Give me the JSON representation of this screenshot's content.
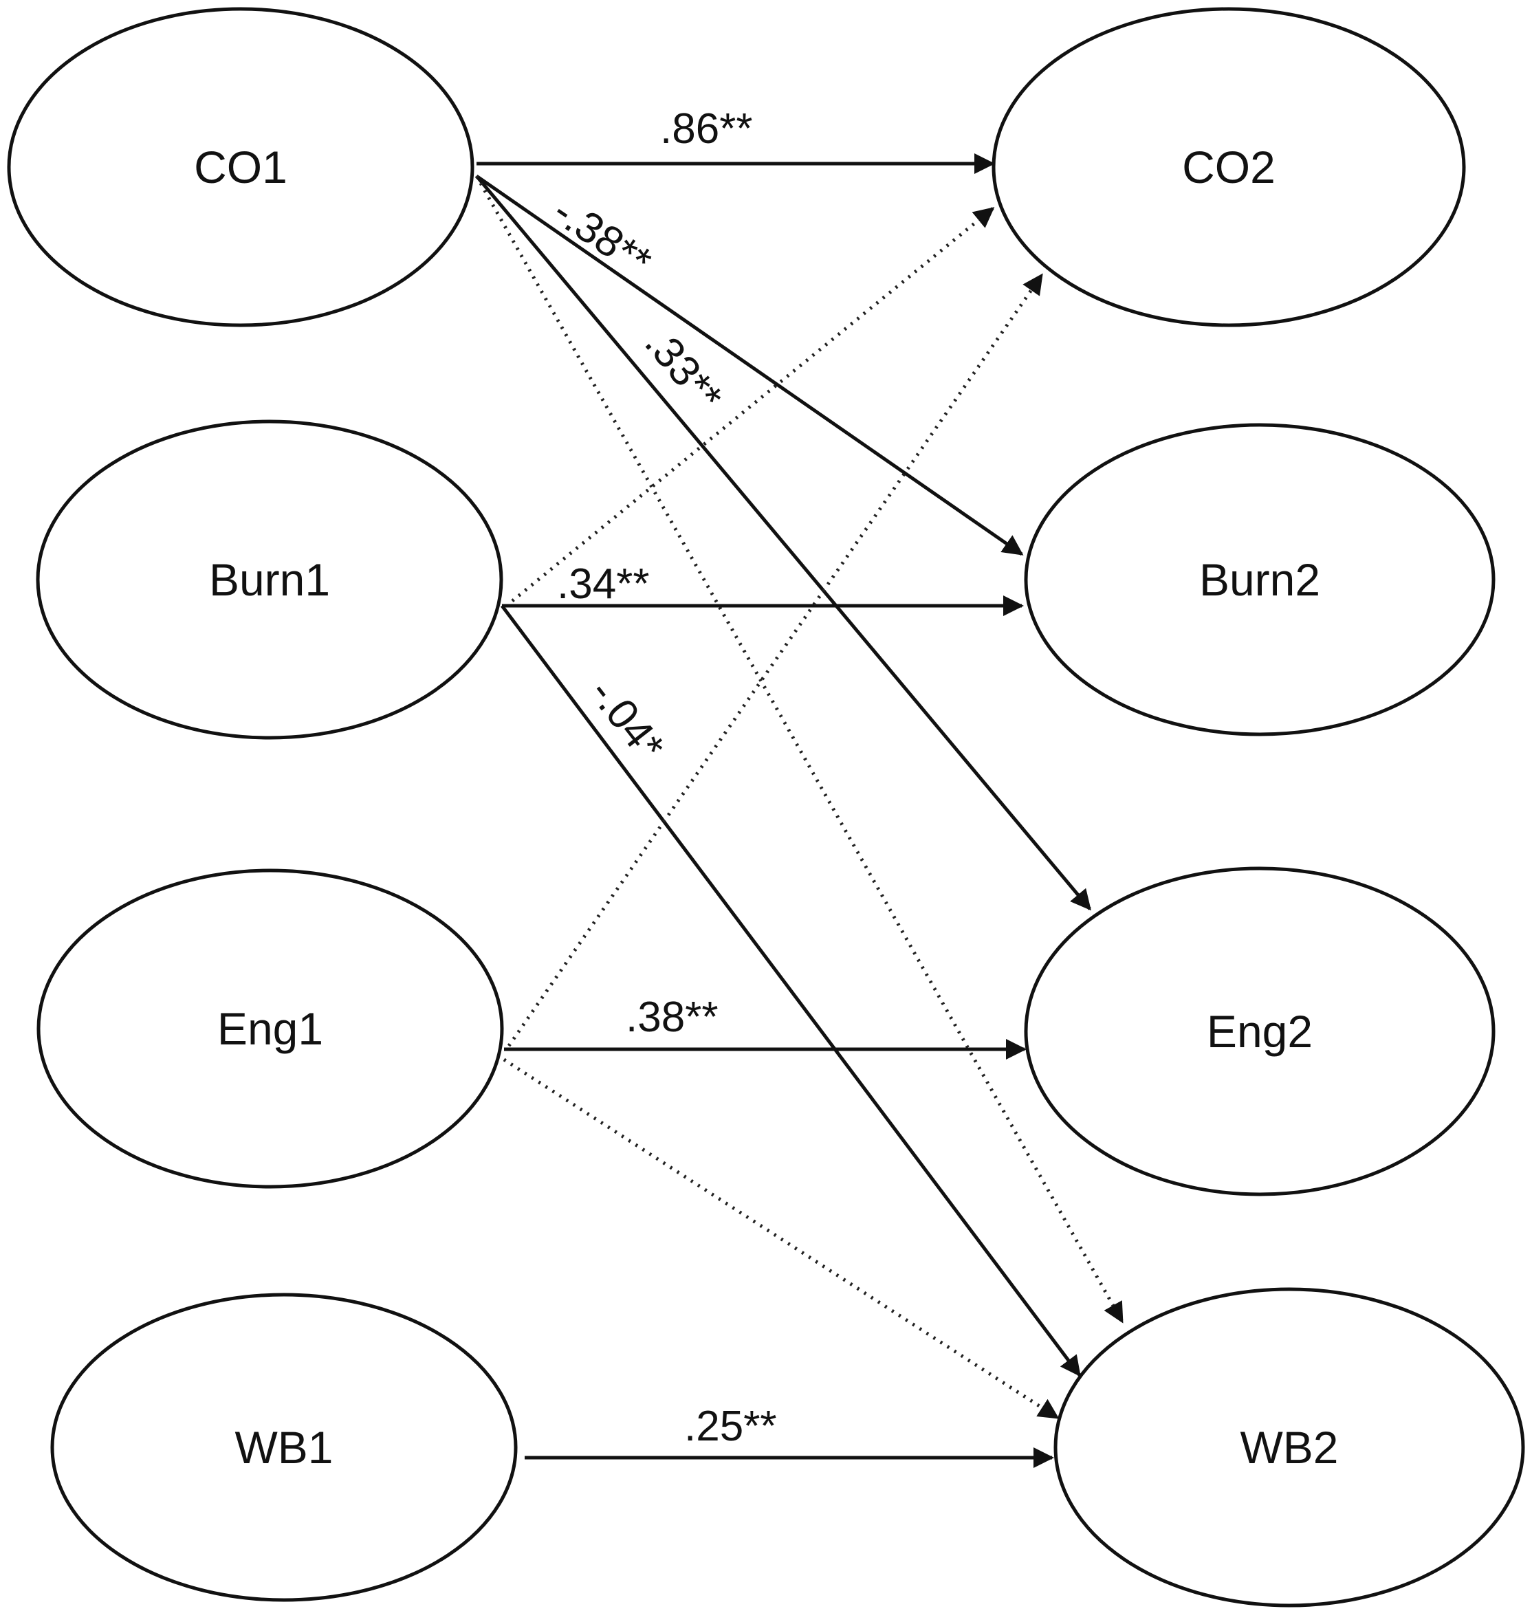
{
  "nodes": {
    "co1": "CO1",
    "burn1": "Burn1",
    "eng1": "Eng1",
    "wb1": "WB1",
    "co2": "CO2",
    "burn2": "Burn2",
    "eng2": "Eng2",
    "wb2": "WB2"
  },
  "paths": [
    {
      "from": "CO1",
      "to": "CO2",
      "style": "solid",
      "label": ".86**"
    },
    {
      "from": "CO1",
      "to": "Burn2",
      "style": "solid",
      "label": "-.38**"
    },
    {
      "from": "CO1",
      "to": "Eng2",
      "style": "solid",
      "label": ".33**"
    },
    {
      "from": "CO1",
      "to": "WB2",
      "style": "dotted",
      "label": ""
    },
    {
      "from": "Burn1",
      "to": "CO2",
      "style": "dotted",
      "label": ""
    },
    {
      "from": "Burn1",
      "to": "Burn2",
      "style": "solid",
      "label": ".34**"
    },
    {
      "from": "Burn1",
      "to": "WB2",
      "style": "solid",
      "label": "-.04*"
    },
    {
      "from": "Eng1",
      "to": "CO2",
      "style": "dotted",
      "label": ""
    },
    {
      "from": "Eng1",
      "to": "Eng2",
      "style": "solid",
      "label": ".38**"
    },
    {
      "from": "Eng1",
      "to": "WB2",
      "style": "dotted",
      "label": ""
    },
    {
      "from": "WB1",
      "to": "WB2",
      "style": "solid",
      "label": ".25**"
    }
  ],
  "colors": {
    "line": "#111111",
    "background": "#ffffff"
  }
}
